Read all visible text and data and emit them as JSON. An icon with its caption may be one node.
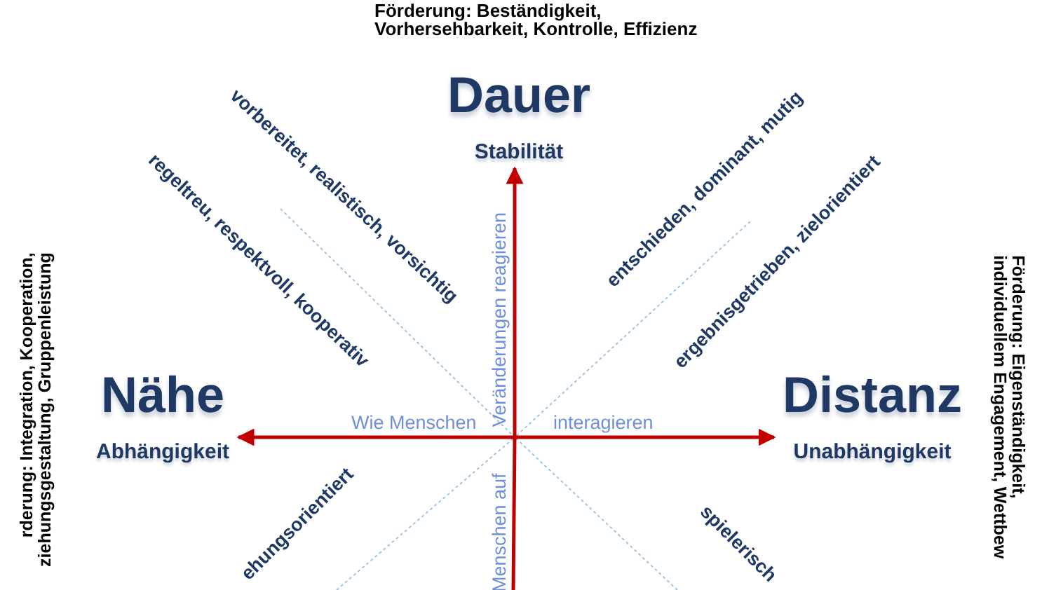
{
  "diagram": {
    "nodes": [
      {
        "text": [
          "Dauer",
          "Stabilität"
        ]
      },
      {
        "text": [
          "Nähe",
          "Abhängigkeit"
        ]
      },
      {
        "text": [
          "Distanz",
          "Unabhängigkeit"
        ]
      }
    ],
    "edges": [
      {
        "from": null,
        "to": 0,
        "arrow": "to",
        "color": "#c00000"
      },
      {
        "from": null,
        "to": 1,
        "arrow": "to",
        "color": "#c00000"
      },
      {
        "from": null,
        "to": 2,
        "arrow": "to",
        "color": "#c00000"
      }
    ],
    "labels": [
      "Förderung: Beständigkeit, Vorhersehbarkeit, Kontrolle, Effizienz",
      "vorbereitet, realistisch, vorsichtig",
      "entschieden, dominant, mutig",
      "regeltreu, respektvoll, kooperativ",
      "ergebnisgetrieben, zielorientiert",
      "Veränderungen reagieren",
      "rderung: Integration, Kooperation, ziehungsgestaltung, Gruppenleistung",
      "Förderung: Eigenständigkeit, individuellem Engagement, Wettbew",
      "Wie Menschen",
      "interagieren",
      "ehungsorientiert",
      "Menschen auf",
      "spielerisch"
    ]
  }
}
